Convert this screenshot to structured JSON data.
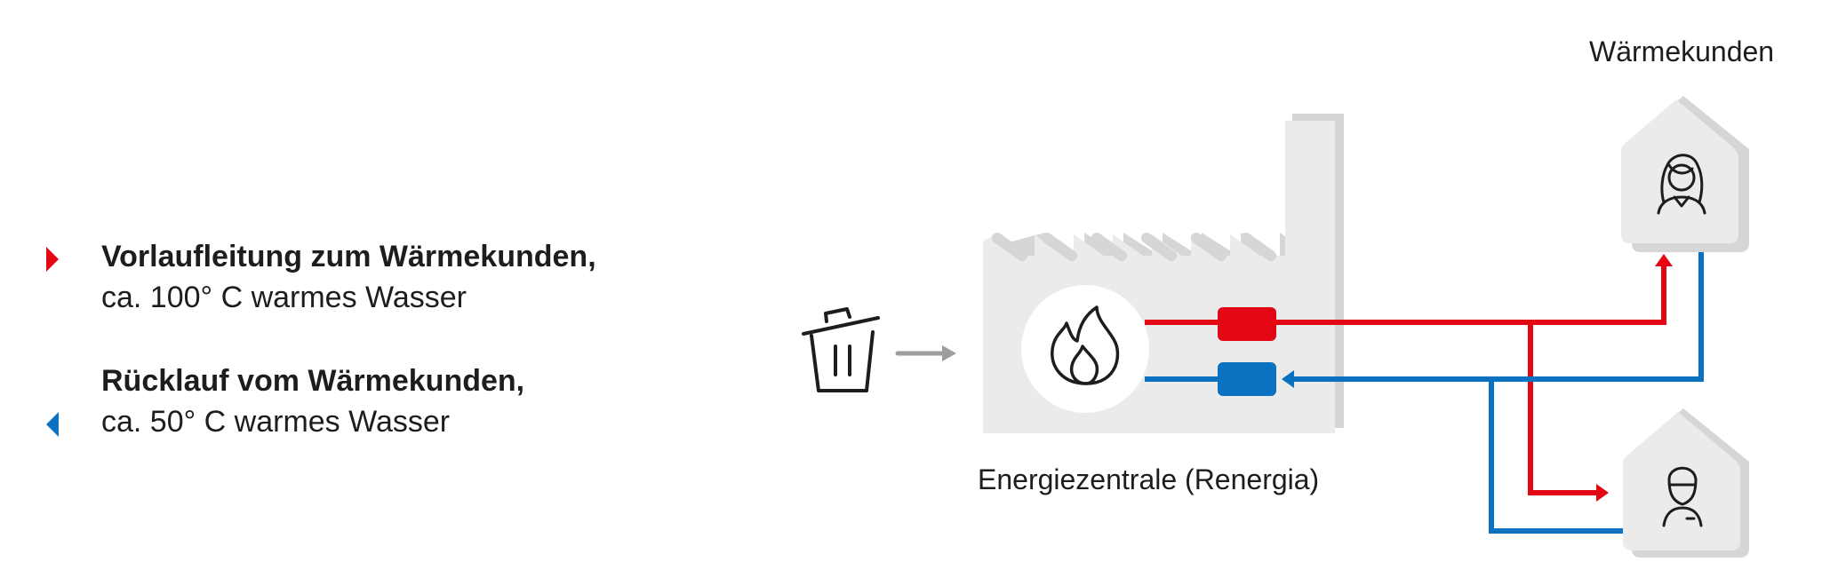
{
  "legend": {
    "supply_title": "Vorlaufleitung zum Wärmekunden,",
    "supply_detail": "ca. 100° C warmes Wasser",
    "return_title": "Rücklauf vom Wärmekunden,",
    "return_detail": "ca. 50° C warmes Wasser"
  },
  "labels": {
    "plant": "Energiezentrale (Renergia)",
    "customers": "Wärmekunden"
  },
  "colors": {
    "supply": "#e30613",
    "return": "#0a72c0",
    "building": "#ebebeb",
    "building_shadow": "#d6d6d6",
    "arrow": "#9d9d9d",
    "icon_stroke": "#1d1d1f"
  },
  "icons": [
    "trash-bin-icon",
    "fire-icon",
    "woman-avatar-icon",
    "man-avatar-icon"
  ]
}
